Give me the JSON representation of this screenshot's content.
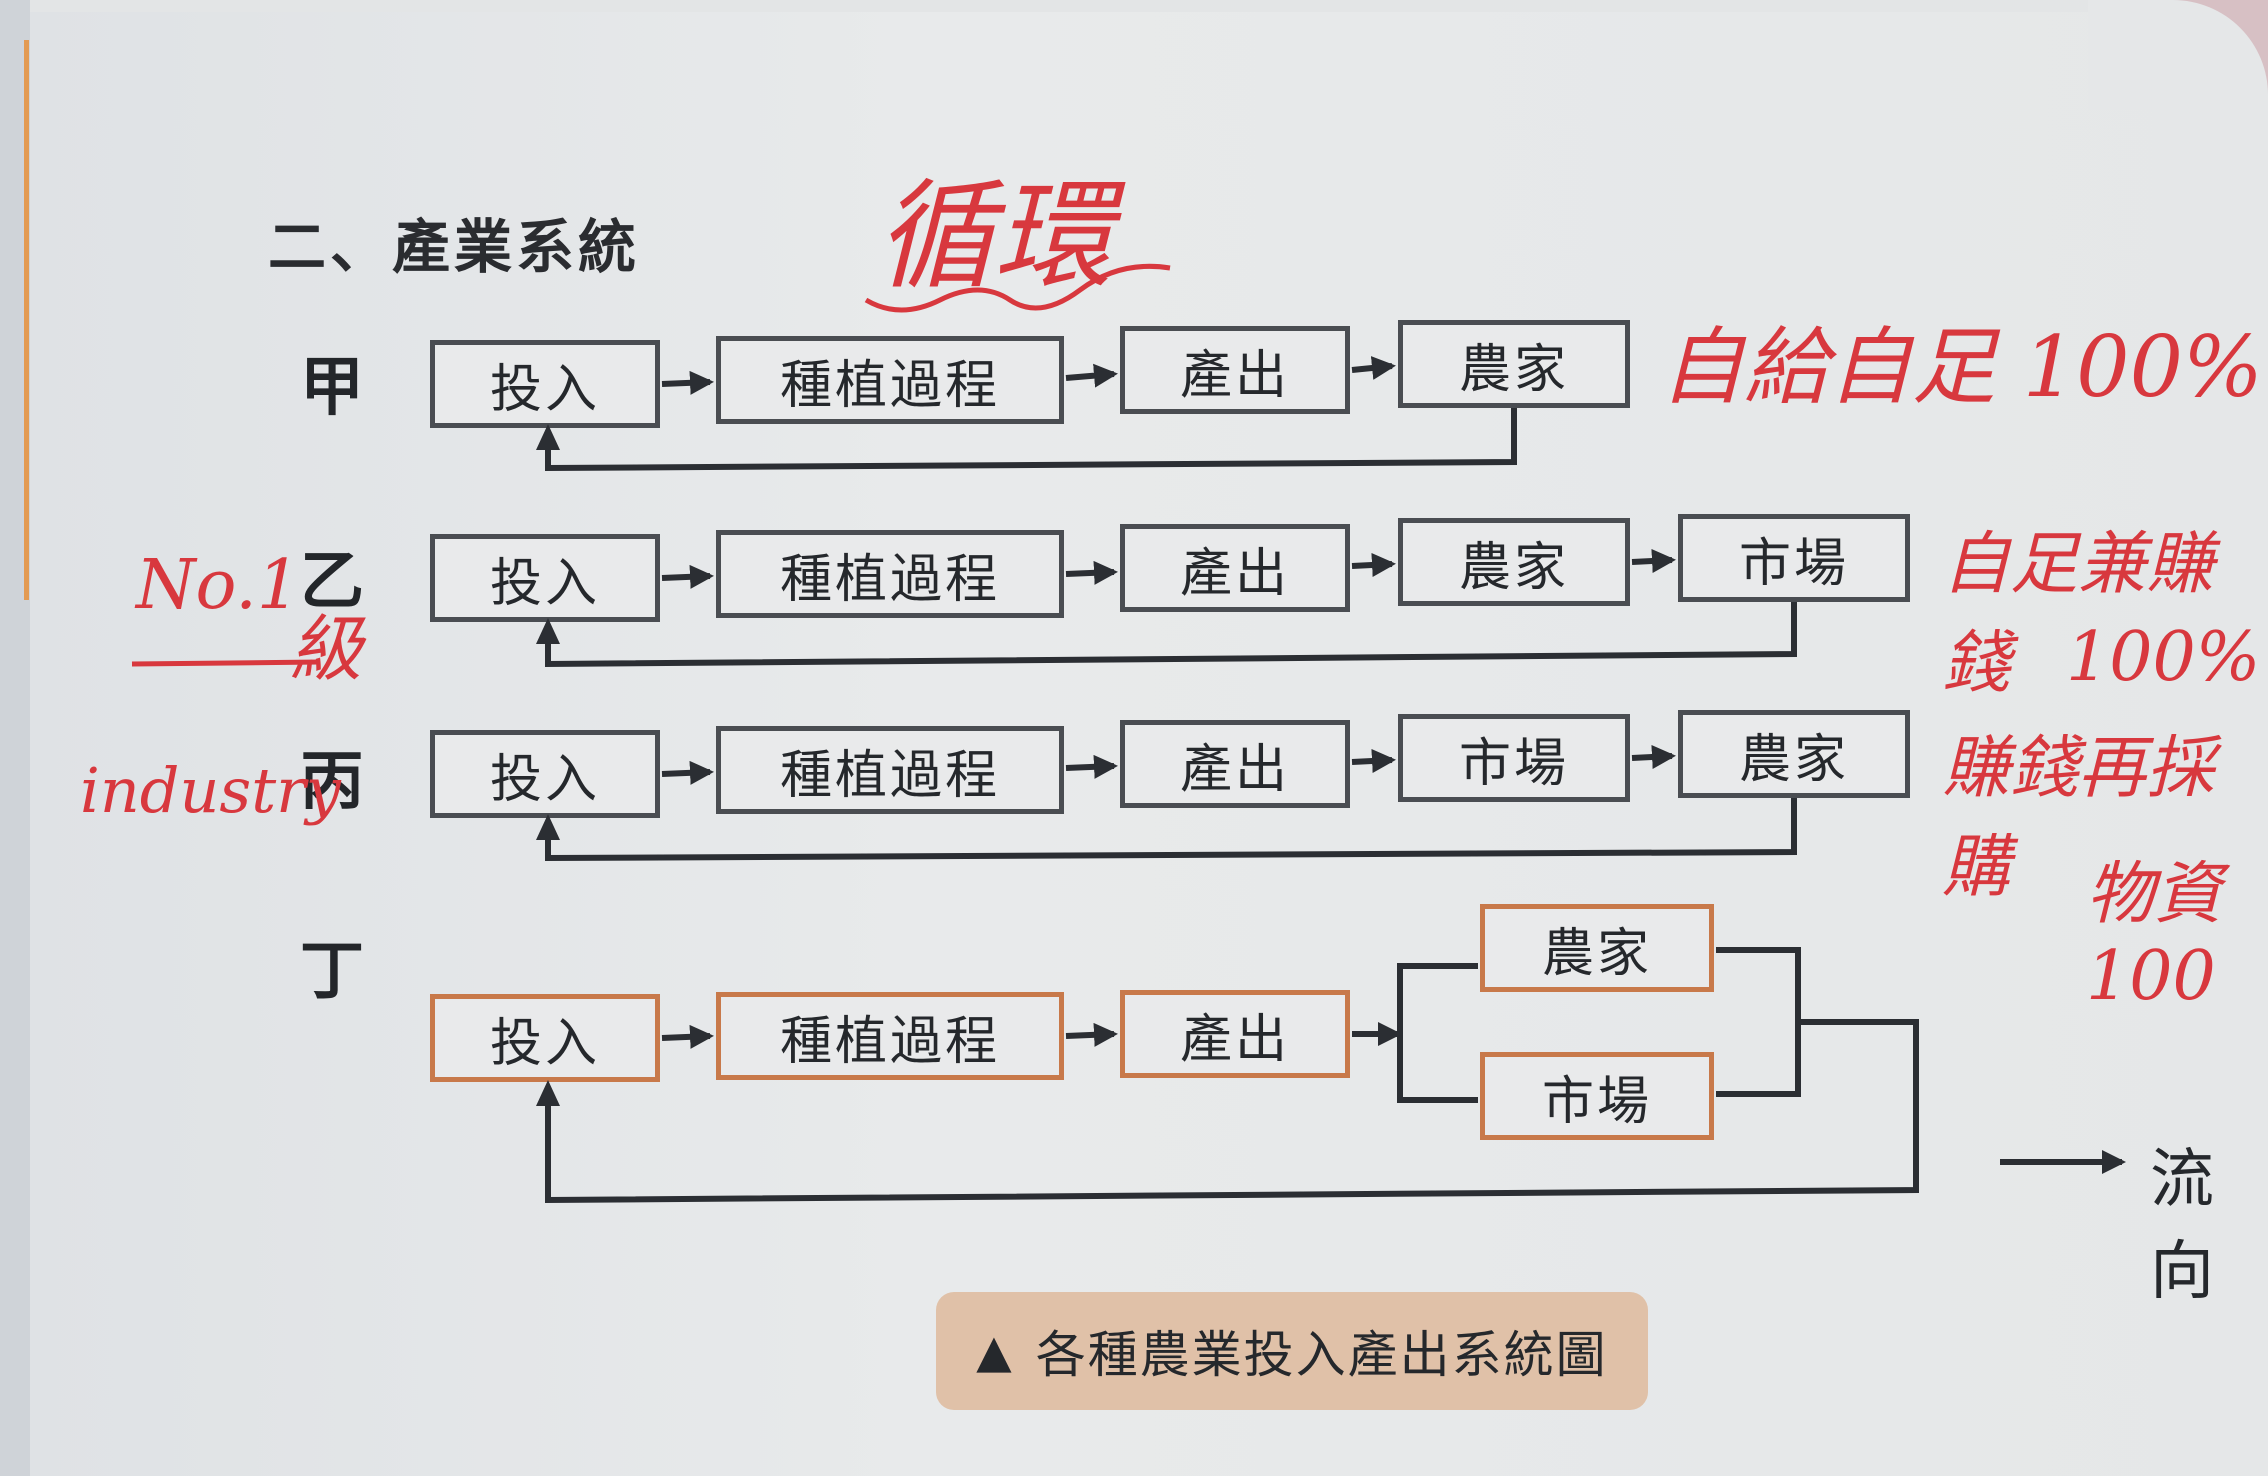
{
  "title": "二、產業系統",
  "rows": [
    {
      "label": "甲",
      "boxes": [
        "投入",
        "種植過程",
        "產出",
        "農家"
      ]
    },
    {
      "label": "乙",
      "boxes": [
        "投入",
        "種植過程",
        "產出",
        "農家",
        "市場"
      ]
    },
    {
      "label": "丙",
      "boxes": [
        "投入",
        "種植過程",
        "產出",
        "市場",
        "農家"
      ]
    },
    {
      "label": "丁",
      "boxes": [
        "投入",
        "種植過程",
        "產出",
        "農家",
        "市場"
      ]
    }
  ],
  "legend": {
    "text": "流向"
  },
  "caption": {
    "triangle": "▲",
    "text": "各種農業投入產出系統圖"
  },
  "handwriting": {
    "top": "循環",
    "row1": "自給自足 100%",
    "row2_left": "No.1",
    "row2_left2": "級",
    "row2_right": "自足兼賺錢",
    "row2_right2": "100%",
    "row3_left": "industry",
    "row3_right": "賺錢再採購",
    "row3_right2": "物資100"
  },
  "colors": {
    "box_border": "#4a4d52",
    "orange_border": "#c8794a",
    "ink_red": "#d8383e",
    "caption_bg": "#e0c1a8"
  }
}
